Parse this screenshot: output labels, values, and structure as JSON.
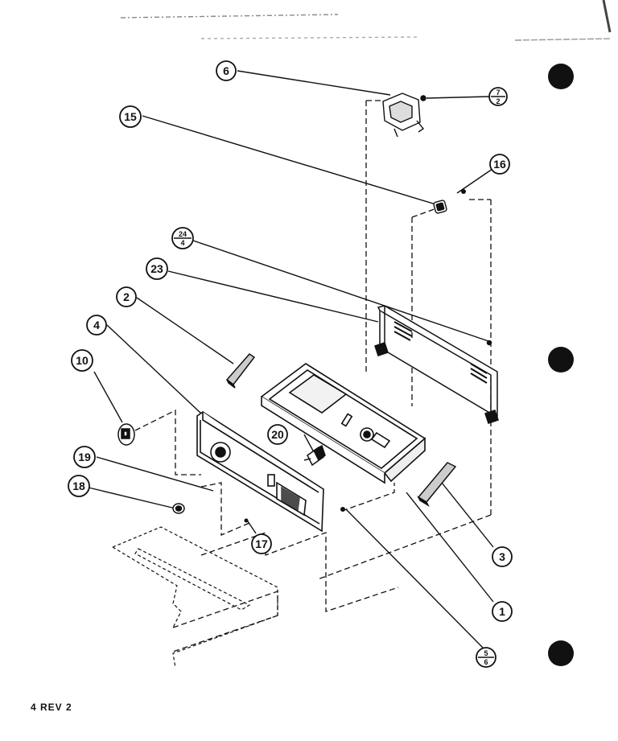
{
  "diagram": {
    "callouts": [
      {
        "id": "c6",
        "label": "6"
      },
      {
        "id": "c7-2",
        "num": "7",
        "den": "2"
      },
      {
        "id": "c15",
        "label": "15"
      },
      {
        "id": "c16",
        "label": "16"
      },
      {
        "id": "c24-4",
        "num": "24",
        "den": "4"
      },
      {
        "id": "c23",
        "label": "23"
      },
      {
        "id": "c2",
        "label": "2"
      },
      {
        "id": "c4",
        "label": "4"
      },
      {
        "id": "c10",
        "label": "10"
      },
      {
        "id": "c20",
        "label": "20"
      },
      {
        "id": "c19",
        "label": "19"
      },
      {
        "id": "c18",
        "label": "18"
      },
      {
        "id": "c17",
        "label": "17"
      },
      {
        "id": "c3",
        "label": "3"
      },
      {
        "id": "c1",
        "label": "1"
      },
      {
        "id": "c5-6",
        "num": "5",
        "den": "6"
      }
    ]
  },
  "footer": {
    "text": "4 REV 2"
  },
  "colors": {
    "ink": "#111111",
    "paper": "#ffffff",
    "panel_fill": "#f2f2f2"
  }
}
